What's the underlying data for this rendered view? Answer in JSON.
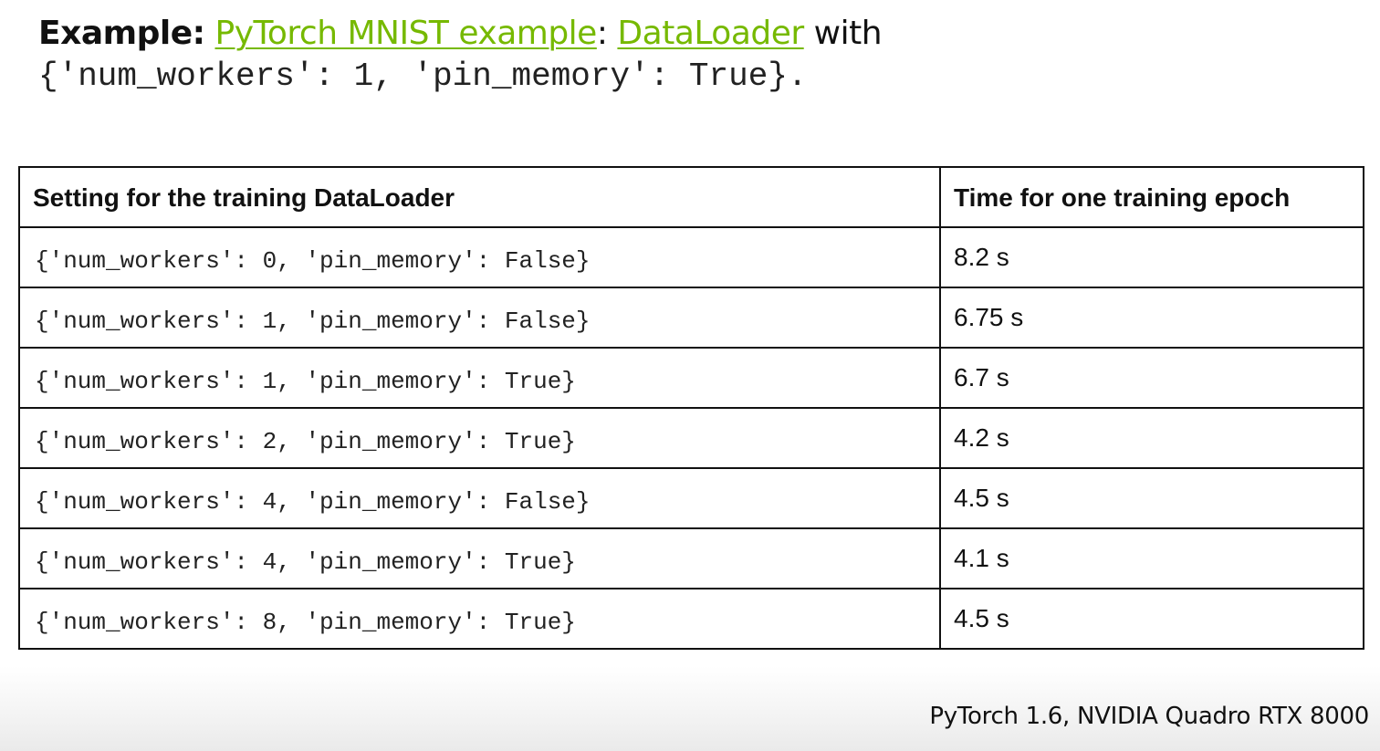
{
  "heading": {
    "prefix": "Example:",
    "link1": "PyTorch MNIST example",
    "separator": ":",
    "link2": "DataLoader",
    "suffix": "with",
    "code": "{'num_workers': 1, 'pin_memory': True}."
  },
  "table": {
    "headers": [
      "Setting for the training DataLoader",
      "Time for one training epoch"
    ],
    "rows": [
      {
        "setting": "{'num_workers': 0, 'pin_memory': False}",
        "time": "8.2 s"
      },
      {
        "setting": "{'num_workers': 1, 'pin_memory': False}",
        "time": "6.75 s"
      },
      {
        "setting": "{'num_workers': 1, 'pin_memory': True}",
        "time": "6.7 s"
      },
      {
        "setting": "{'num_workers': 2, 'pin_memory': True}",
        "time": "4.2 s"
      },
      {
        "setting": "{'num_workers': 4, 'pin_memory': False}",
        "time": "4.5 s"
      },
      {
        "setting": "{'num_workers': 4, 'pin_memory': True}",
        "time": "4.1 s"
      },
      {
        "setting": "{'num_workers': 8, 'pin_memory': True}",
        "time": "4.5 s"
      }
    ]
  },
  "footer": "PyTorch 1.6, NVIDIA Quadro RTX 8000",
  "colors": {
    "link": "#76b900",
    "text": "#111111",
    "border": "#111111"
  }
}
